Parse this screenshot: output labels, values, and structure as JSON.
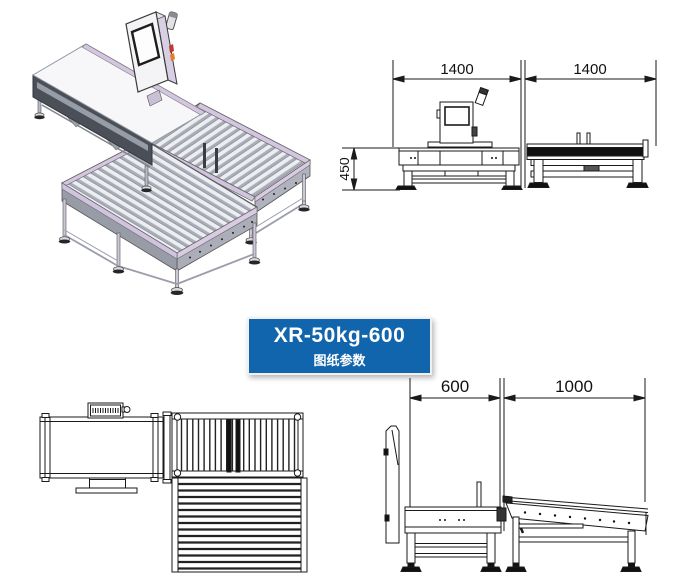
{
  "sheet": {
    "background": "#ffffff"
  },
  "model_label": {
    "title": "XR-50kg-600",
    "subtitle": "图纸参数",
    "background_color": "#1165ad",
    "text_color": "#ffffff"
  },
  "upper_side_view": {
    "dim_checkweigher_length": "1400",
    "dim_roller_conveyor_length": "1400",
    "dim_belt_height": "450"
  },
  "lower_side_view": {
    "dim_weigh_section_length": "600",
    "dim_decline_section_length": "1000"
  }
}
